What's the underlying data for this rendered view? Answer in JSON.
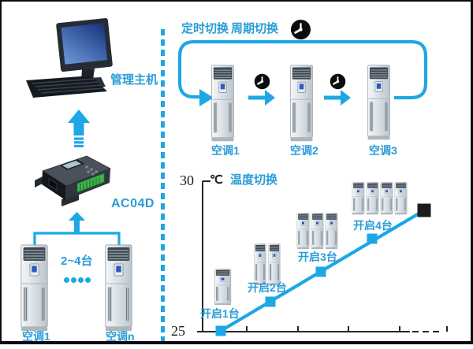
{
  "colors": {
    "accent": "#1da7e4",
    "label_text": "#2b9cd8",
    "axis": "#262626",
    "marker_end": "#1b1b1b"
  },
  "left_panel": {
    "host_label": "管理主机",
    "controller_label": "AC04D",
    "units_range_label": "2~4台",
    "ac_first_label": "空调1",
    "ac_last_label": "空调n"
  },
  "right_top": {
    "timed_switch_label": "定时切换",
    "periodic_switch_label": "周期切换",
    "ac_labels": [
      "空调1",
      "空调2",
      "空调3"
    ]
  },
  "chart": {
    "title": "温度切换",
    "unit_label": "℃",
    "y_max_label": "30",
    "y_min_label": "25",
    "step_labels": [
      "开启1台",
      "开启2台",
      "开启3台",
      "开启4台"
    ]
  },
  "chart_data": {
    "type": "line",
    "title": "温度切换",
    "ylabel": "℃",
    "ylim": [
      25,
      30
    ],
    "grid": false,
    "marker": "square",
    "points": [
      {
        "step": 1,
        "temp": 25,
        "label": "开启1台"
      },
      {
        "step": 2,
        "temp": 26,
        "label": "开启2台"
      },
      {
        "step": 3,
        "temp": 27,
        "label": "开启3台"
      },
      {
        "step": 4,
        "temp": 28,
        "label": "开启4台"
      },
      {
        "step": 5,
        "temp": 29,
        "label": ""
      }
    ]
  }
}
